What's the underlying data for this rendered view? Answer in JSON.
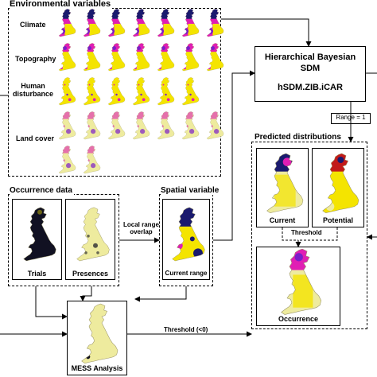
{
  "env": {
    "title": "Environmental variables",
    "rows": [
      "Climate",
      "Topography",
      "Human\ndisturbance",
      "Land cover"
    ]
  },
  "model": {
    "line1": "Hierarchical Bayesian",
    "line2": "SDM",
    "line3": "hSDM.ZIB.iCAR"
  },
  "range_label": "Range = 1",
  "predicted": {
    "title": "Predicted distributions",
    "current": "Current",
    "potential": "Potential",
    "occurrence": "Occurrence",
    "threshold": "Threshold"
  },
  "occurrence": {
    "title": "Occurrence data",
    "trials": "Trials",
    "presences": "Presences"
  },
  "overlap_label": "Local range\noverlap",
  "spatial": {
    "title": "Spatial variable",
    "current_range": "Current range"
  },
  "mess": {
    "label": "MESS Analysis",
    "threshold": "Threshold (<0)"
  },
  "colors": {
    "map_fill": "#eeeb9e",
    "yellow": "#f4e400",
    "magenta": "#e01eb4",
    "purple": "#7a1dc9",
    "navy": "#1a1a6e",
    "dark": "#111122"
  }
}
